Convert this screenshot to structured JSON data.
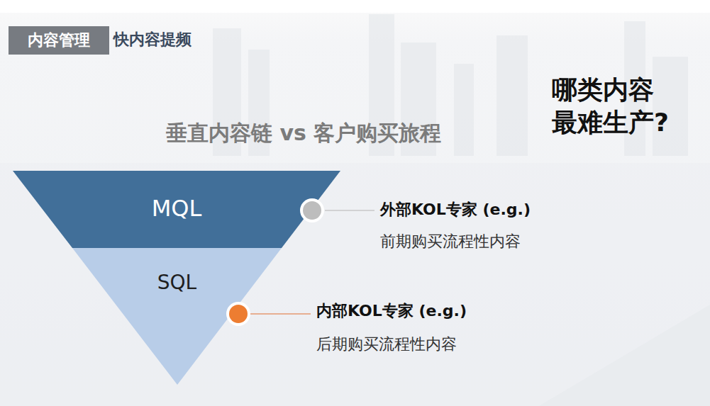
{
  "diagram": {
    "title": "垂直内容链 vs 客户购买旅程",
    "nodes": [
      {
        "text": [
          "内容管理"
        ]
      },
      {
        "text": [
          "MQL"
        ]
      },
      {
        "text": [
          "SQL"
        ]
      }
    ],
    "labels": [
      "快内容提频",
      "哪类内容 最难生产?",
      "外部KOL专家 (e.g.)",
      "前期购买流程性内容",
      "内部KOL专家 (e.g.)",
      "后期购买流程性内容"
    ]
  }
}
